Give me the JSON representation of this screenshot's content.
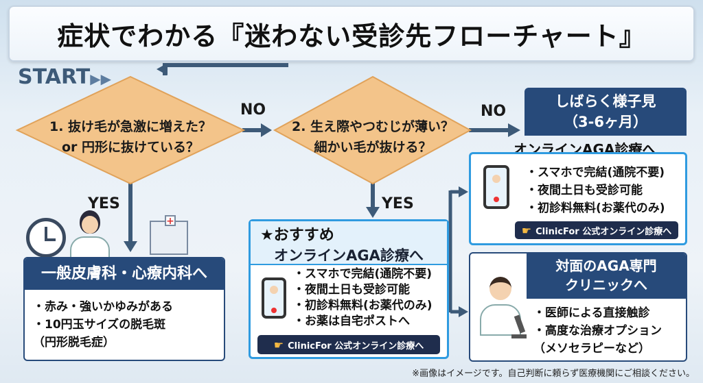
{
  "title": "症状でわかる『迷わない受診先フローチャート』",
  "start_label": "START",
  "q1": {
    "line1": "1. 抜け毛が急激に増えた？",
    "line2": "or 円形に抜けている？"
  },
  "q2": {
    "line1": "2. 生え際やつむじが薄い？",
    "line2": "細かい毛が抜ける？"
  },
  "no_label_1": "NO",
  "no_label_2": "NO",
  "yes_label_1": "YES",
  "yes_label_2": "YES",
  "dermatology": {
    "heading": "一般皮膚科・心療内科へ",
    "bullets": [
      "・赤み・強いかゆみがある",
      "・10円玉サイズの脱毛斑",
      "（円形脱毛症）"
    ]
  },
  "recommended": {
    "badge": "★おすすめ",
    "heading": "オンラインAGA診療へ",
    "bullets": [
      "・スマホで完結(通院不要)",
      "・夜間土日も受診可能",
      "・初診料無料(お薬代のみ)",
      "・お薬は自宅ポストへ"
    ],
    "cta": "ClinicFor 公式オンライン診療へ"
  },
  "wait": {
    "heading_line1": "しばらく様子見",
    "heading_line2": "（3-6ヶ月）",
    "sub_heading": "オンラインAGA診療へ",
    "bullets": [
      "・スマホで完結(通院不要)",
      "・夜間土日も受診可能",
      "・初診料無料(お薬代のみ)"
    ],
    "cta": "ClinicFor 公式オンライン診療へ"
  },
  "clinic": {
    "heading_line1": "対面のAGA専門",
    "heading_line2": "クリニックへ",
    "bullets": [
      "・医師による直接触診",
      "・高度な治療オプション",
      "（メソセラピーなど）"
    ]
  },
  "footnote": "※画像はイメージです。自己判断に頼らず医療機関にご相談ください。",
  "colors": {
    "diamond": "#f3c48a",
    "navy": "#274a7a",
    "blue_border": "#2f9be0",
    "arrow": "#3d5a78"
  }
}
